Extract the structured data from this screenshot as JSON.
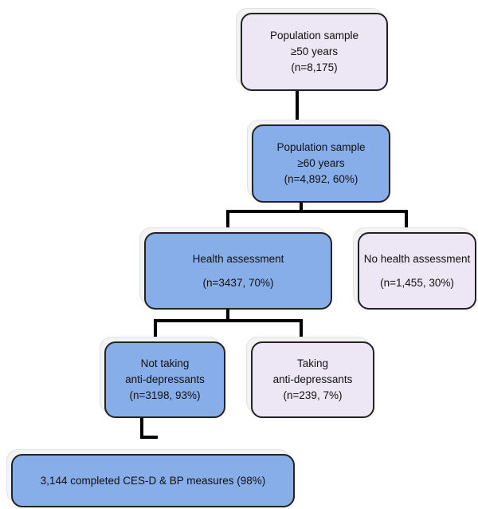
{
  "colors": {
    "lavender": "#ece6f5",
    "blue": "#87aee8",
    "border": "#222222",
    "line": "#000000"
  },
  "nodes": {
    "pop50": {
      "line1": "Population sample",
      "line2": "≥50 years",
      "line3": "(n=8,175)"
    },
    "pop60": {
      "line1": "Population sample",
      "line2": "≥60 years",
      "line3": "(n=4,892, 60%)"
    },
    "health": {
      "line1": "Health assessment",
      "line2": "(n=3437, 70%)"
    },
    "nohealth": {
      "line1": "No health assessment",
      "line2": "(n=1,455, 30%)"
    },
    "nottaking": {
      "line1": "Not taking",
      "line2": "anti-depressants",
      "line3": "(n=3198, 93%)"
    },
    "taking": {
      "line1": "Taking",
      "line2": "anti-depressants",
      "line3": "(n=239, 7%)"
    },
    "completed": {
      "line1": "3,144 completed CES-D & BP measures  (98%)"
    }
  }
}
